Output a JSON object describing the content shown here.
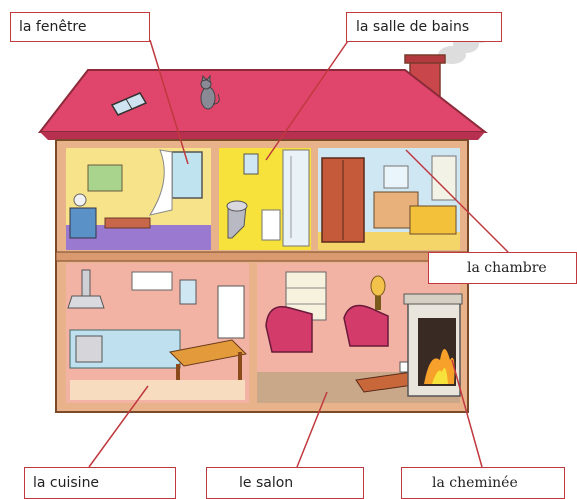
{
  "colors": {
    "label_border": "#c0393e",
    "leader_line": "#c0393e",
    "roof": "#e0466b",
    "wall_pink": "#f2b3a4",
    "bathroom_yellow": "#f6e23a",
    "bedroom_blue": "#cfe7f2",
    "house_frame": "#7a4a2a"
  },
  "labels": {
    "fenetre": "la fenêtre",
    "salle_de_bains": "la salle de bains",
    "chambre": "la chambre",
    "cuisine": "la cuisine",
    "salon": "le salon",
    "cheminee": "la cheminée"
  },
  "icons": [
    "house-illustration",
    "roof",
    "chimney",
    "smoke",
    "cat",
    "skylight",
    "bathroom",
    "bedroom",
    "kitchen",
    "living-room",
    "fireplace"
  ]
}
